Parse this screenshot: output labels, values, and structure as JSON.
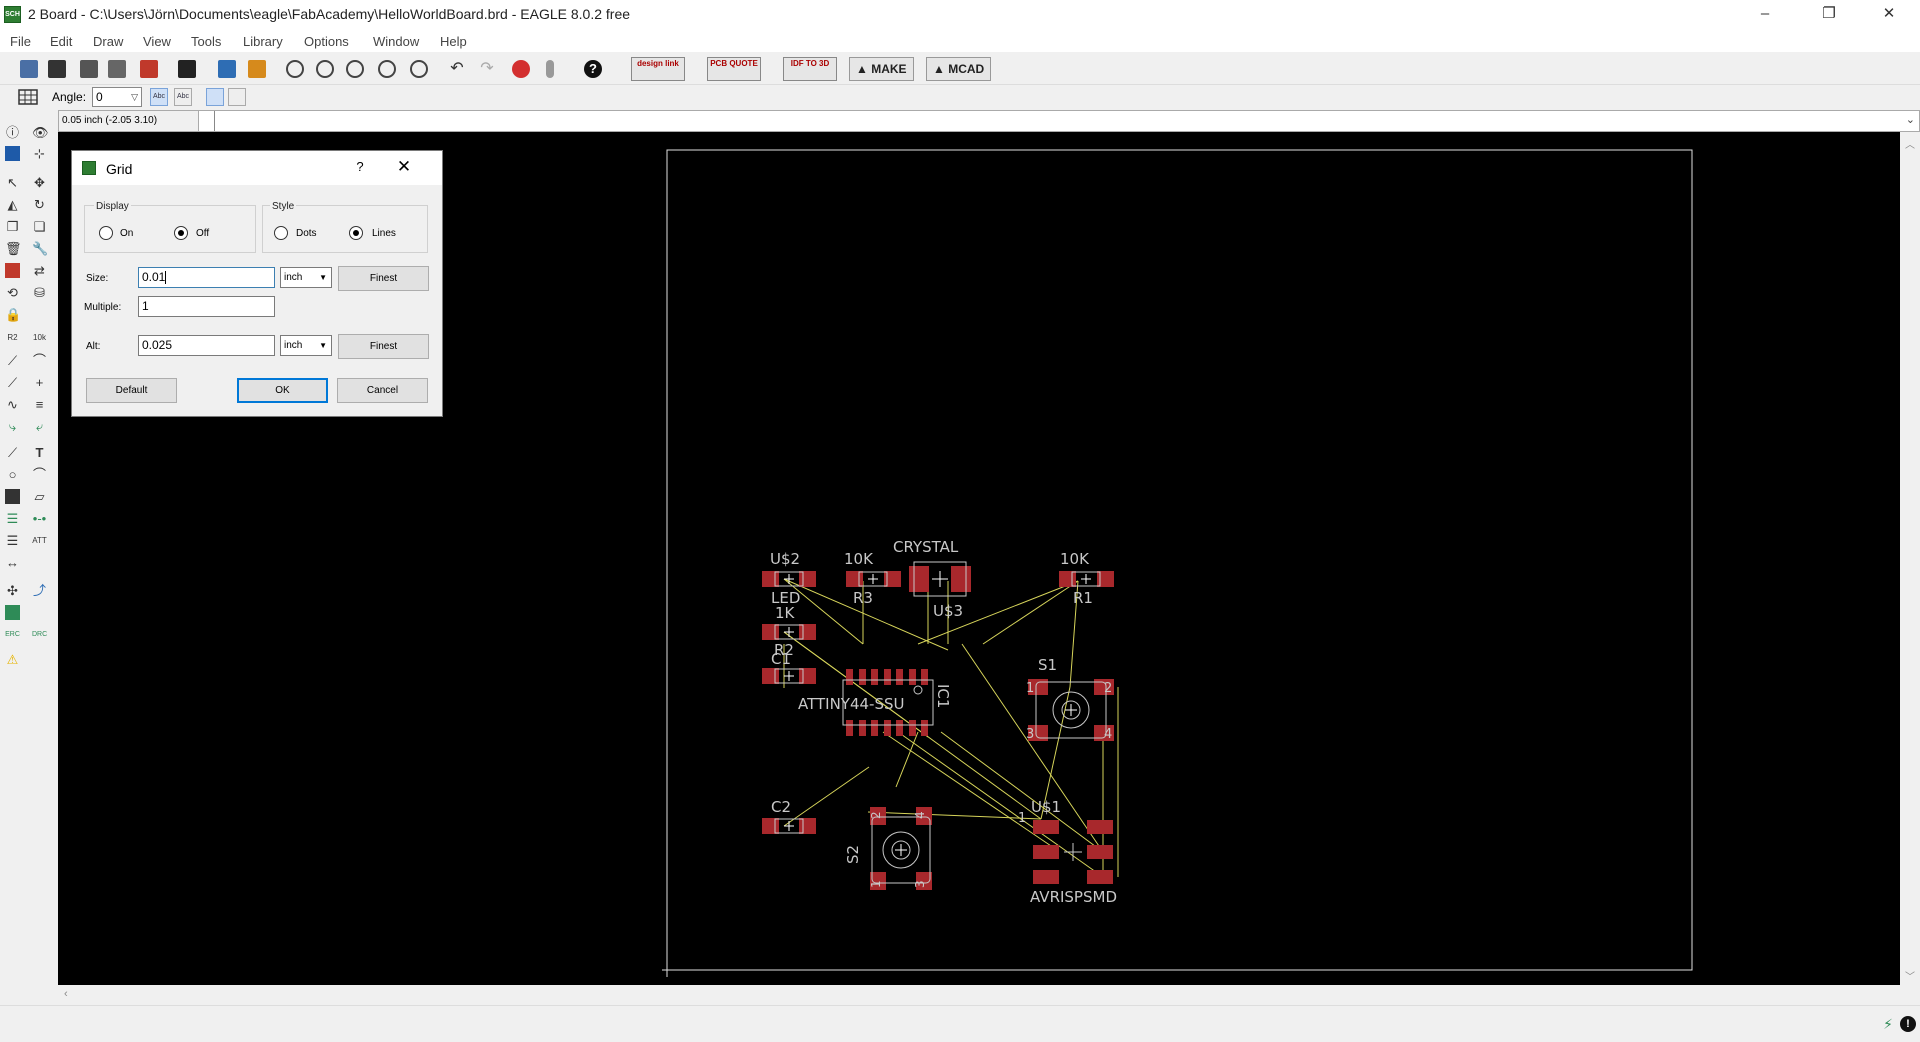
{
  "window": {
    "title": "2 Board - C:\\Users\\Jörn\\Documents\\eagle\\FabAcademy\\HelloWorldBoard.brd - EAGLE 8.0.2 free",
    "app_icon_text": "SCH",
    "minimize": "–",
    "restore": "❐",
    "close": "✕"
  },
  "menu": [
    "File",
    "Edit",
    "Draw",
    "View",
    "Tools",
    "Library",
    "Options",
    "Window",
    "Help"
  ],
  "toolbar": {
    "ext_buttons": [
      {
        "label": "design link"
      },
      {
        "label": "PCB QUOTE"
      },
      {
        "label": "IDF TO 3D"
      }
    ],
    "make_label": "MAKE",
    "mcad_label": "MCAD"
  },
  "params": {
    "angle_label": "Angle:",
    "angle_value": "0",
    "abc_label": "Abc",
    "qba_label": "Abc"
  },
  "coords": {
    "readout": "0.05 inch (-2.05 3.10)"
  },
  "dialog": {
    "title": "Grid",
    "help": "?",
    "close": "✕",
    "display_label": "Display",
    "display_on": "On",
    "display_off": "Off",
    "display_selected": "Off",
    "style_label": "Style",
    "style_dots": "Dots",
    "style_lines": "Lines",
    "style_selected": "Lines",
    "size_label": "Size:",
    "size_value": "0.01",
    "size_unit": "inch",
    "size_finest": "Finest",
    "multiple_label": "Multiple:",
    "multiple_value": "1",
    "alt_label": "Alt:",
    "alt_value": "0.025",
    "alt_unit": "inch",
    "alt_finest": "Finest",
    "default_btn": "Default",
    "ok_btn": "OK",
    "cancel_btn": "Cancel"
  },
  "board": {
    "labels": {
      "us2": "U$2",
      "led": "LED",
      "r3_val": "10K",
      "r3": "R3",
      "crystal": "CRYSTAL",
      "us3": "U$3",
      "r1_val": "10K",
      "r1": "R1",
      "r2_val": "1K",
      "r2": "R2",
      "c1": "C1",
      "ic1_val": "ATTINY44-SSU",
      "ic1": "IC1",
      "s1": "S1",
      "c2": "C2",
      "s2": "S2",
      "us1": "U$1",
      "avr": "AVRISPSMD",
      "pin1": "1",
      "pin2": "2",
      "pin3": "3",
      "pin4": "4",
      "isp_pin1": "1"
    },
    "colors": {
      "pad": "#a8282c",
      "airwire": "#d6d45a",
      "silk": "#c8c8c8",
      "outline": "#e0e0e0"
    }
  }
}
